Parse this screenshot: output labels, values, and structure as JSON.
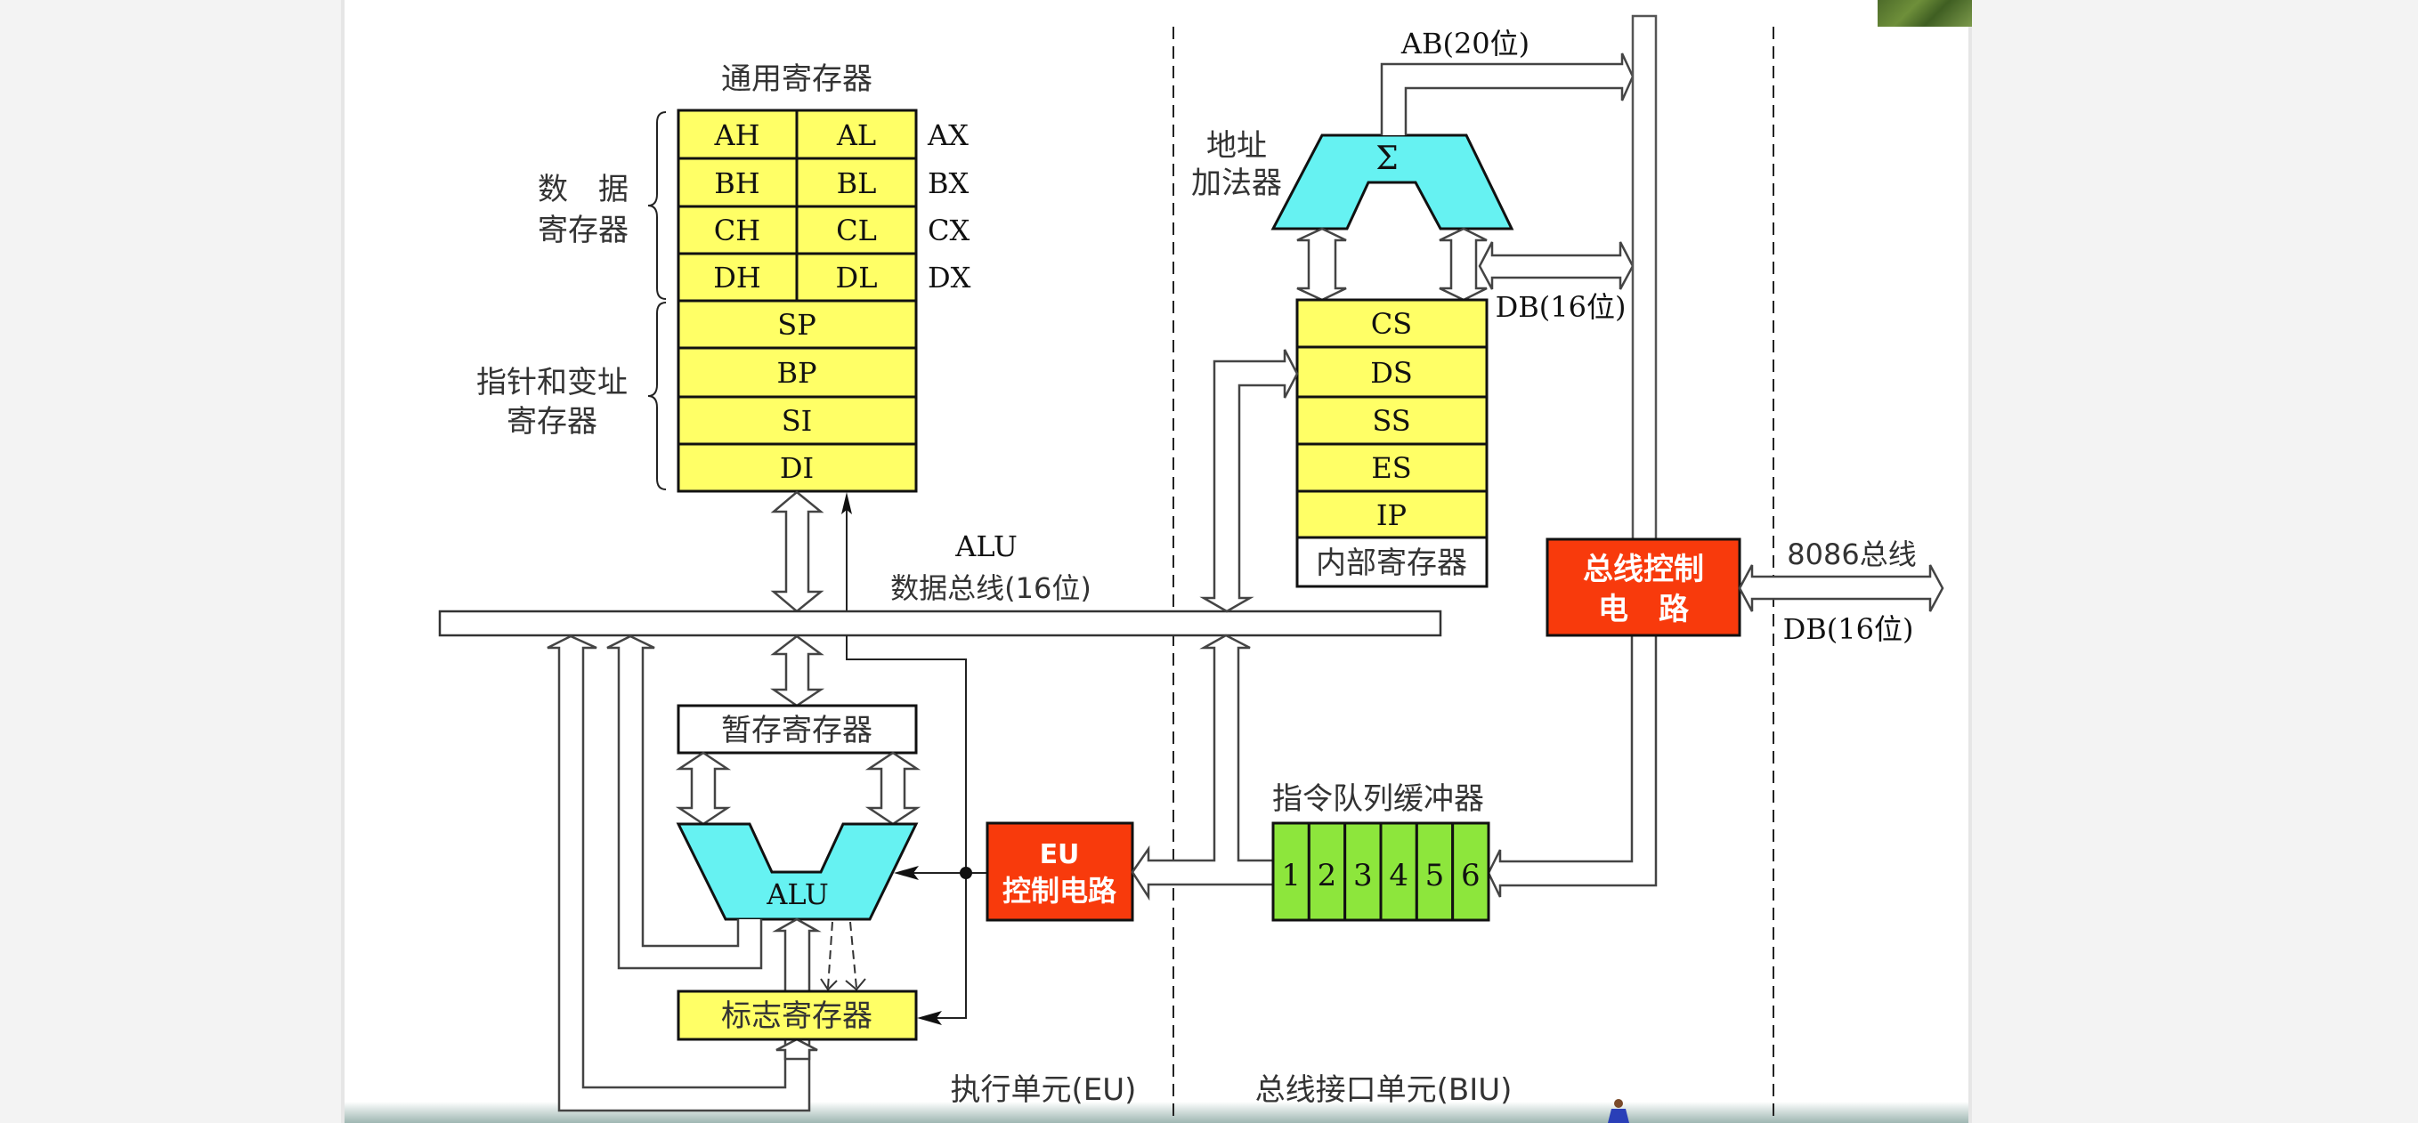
{
  "diagram": {
    "title": "8086 CPU internal structure",
    "general_registers": {
      "title": "通用寄存器",
      "data_group_label": [
        "数　据",
        "寄存器"
      ],
      "pointer_group_label": [
        "指针和变址",
        "寄存器"
      ],
      "rows": [
        {
          "high": "AH",
          "low": "AL",
          "pair": "AX"
        },
        {
          "high": "BH",
          "low": "BL",
          "pair": "BX"
        },
        {
          "high": "CH",
          "low": "CL",
          "pair": "CX"
        },
        {
          "high": "DH",
          "low": "DL",
          "pair": "DX"
        }
      ],
      "pointer_rows": [
        "SP",
        "BP",
        "SI",
        "DI"
      ]
    },
    "alu_bus": {
      "label_line1": "ALU",
      "label_line2": "数据总线(16位)"
    },
    "temp_register": "暂存寄存器",
    "alu": "ALU",
    "flag_register": "标志寄存器",
    "eu_control": [
      "EU",
      "控制电路"
    ],
    "address_adder": {
      "label": [
        "地址",
        "加法器"
      ],
      "symbol": "Σ"
    },
    "address_bus_label": "AB(20位)",
    "internal_db_label": "DB(16位)",
    "segment_registers": {
      "rows": [
        "CS",
        "DS",
        "SS",
        "ES",
        "IP"
      ],
      "caption": "内部寄存器"
    },
    "bus_control": [
      "总线控制",
      "电　路"
    ],
    "external_bus": {
      "label_top": "8086总线",
      "label_bottom": "DB(16位)"
    },
    "instruction_queue": {
      "title": "指令队列缓冲器",
      "cells": [
        "1",
        "2",
        "3",
        "4",
        "5",
        "6"
      ]
    },
    "units": {
      "eu": "执行单元(EU)",
      "biu": "总线接口单元(BIU)"
    },
    "colors": {
      "register_yellow": "#ffff66",
      "alu_cyan": "#66f2f2",
      "control_red": "#f83a0c",
      "queue_green": "#8de63c"
    }
  }
}
